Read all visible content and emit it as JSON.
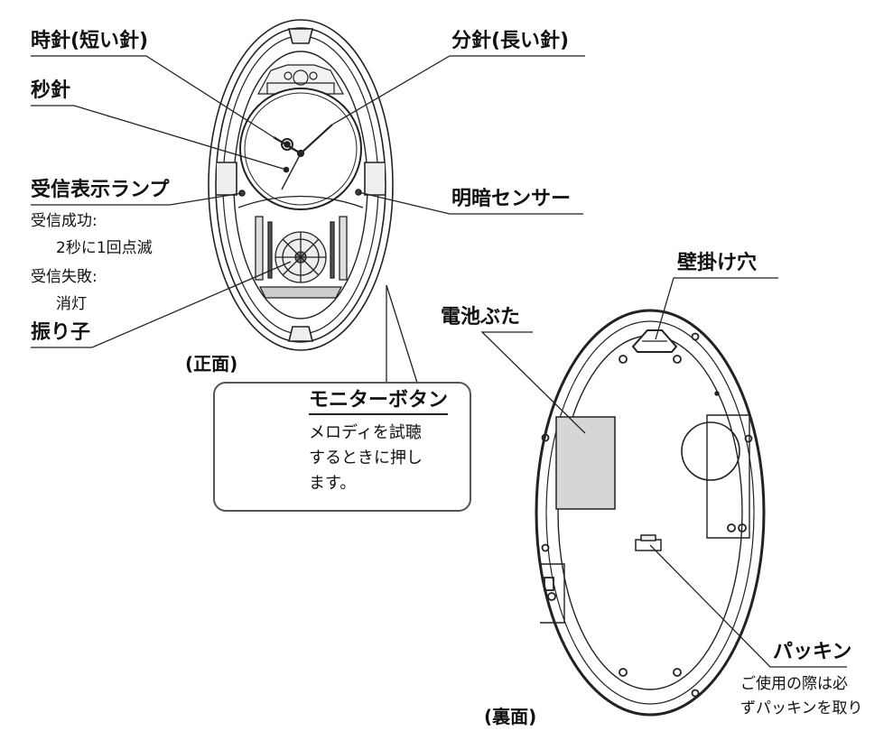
{
  "labels": {
    "hour_hand": "時針(短い針)",
    "minute_hand": "分針(長い針)",
    "second_hand": "秒針",
    "signal_lamp": "受信表示ランプ",
    "signal_success_label": "受信成功:",
    "signal_success_value": "2秒に1回点滅",
    "signal_fail_label": "受信失敗:",
    "signal_fail_value": "消灯",
    "light_sensor": "明暗センサー",
    "pendulum": "振り子",
    "front_caption": "(正面)",
    "monitor_button": "モニターボタン",
    "monitor_desc_line1": "メロディを試",
    "monitor_desc_line2": "聴",
    "monitor_desc_line3": "するときに押し",
    "monitor_desc_line4": "ます。",
    "wall_hole": "壁掛け穴",
    "battery_cover": "電池ぶた",
    "packing": "パッキン",
    "packing_note_line1": "ご使用の際は必",
    "packing_note_line2": "ずパッキンを取り",
    "back_caption": "(裏面)"
  }
}
